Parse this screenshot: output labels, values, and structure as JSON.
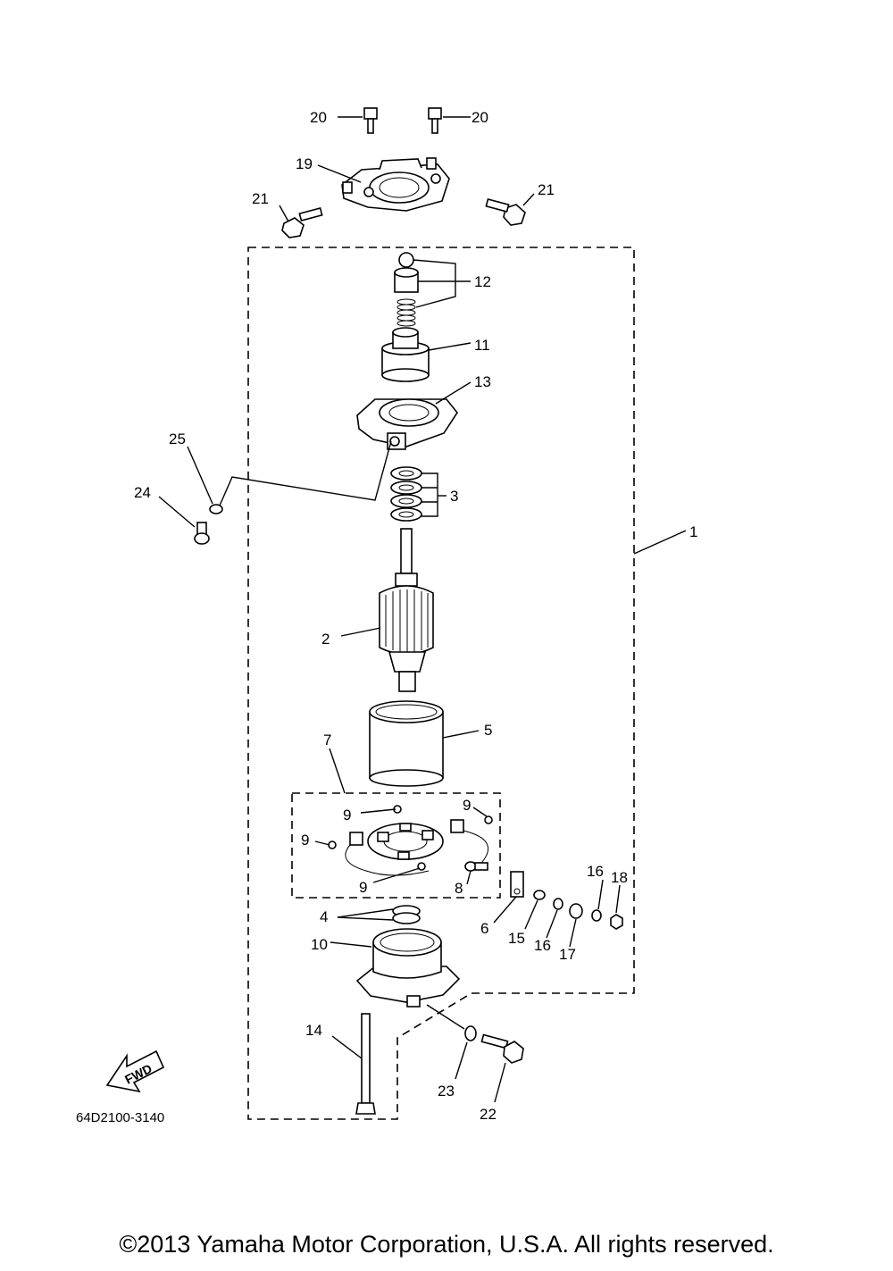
{
  "labels": {
    "p20a": "20",
    "p20b": "20",
    "p19": "19",
    "p21a": "21",
    "p21b": "21",
    "p12": "12",
    "p11": "11",
    "p13": "13",
    "p25": "25",
    "p24": "24",
    "p3": "3",
    "p1": "1",
    "p2": "2",
    "p5": "5",
    "p7": "7",
    "p9a": "9",
    "p9b": "9",
    "p9c": "9",
    "p9d": "9",
    "p8": "8",
    "p16a": "16",
    "p18": "18",
    "p6": "6",
    "p15": "15",
    "p16b": "16",
    "p17": "17",
    "p4": "4",
    "p10": "10",
    "p14": "14",
    "p23": "23",
    "p22": "22"
  },
  "fwd_label": "FWD",
  "diagram_code": "64D2100-3140",
  "copyright": "©2013 Yamaha Motor Corporation, U.S.A. All rights reserved."
}
